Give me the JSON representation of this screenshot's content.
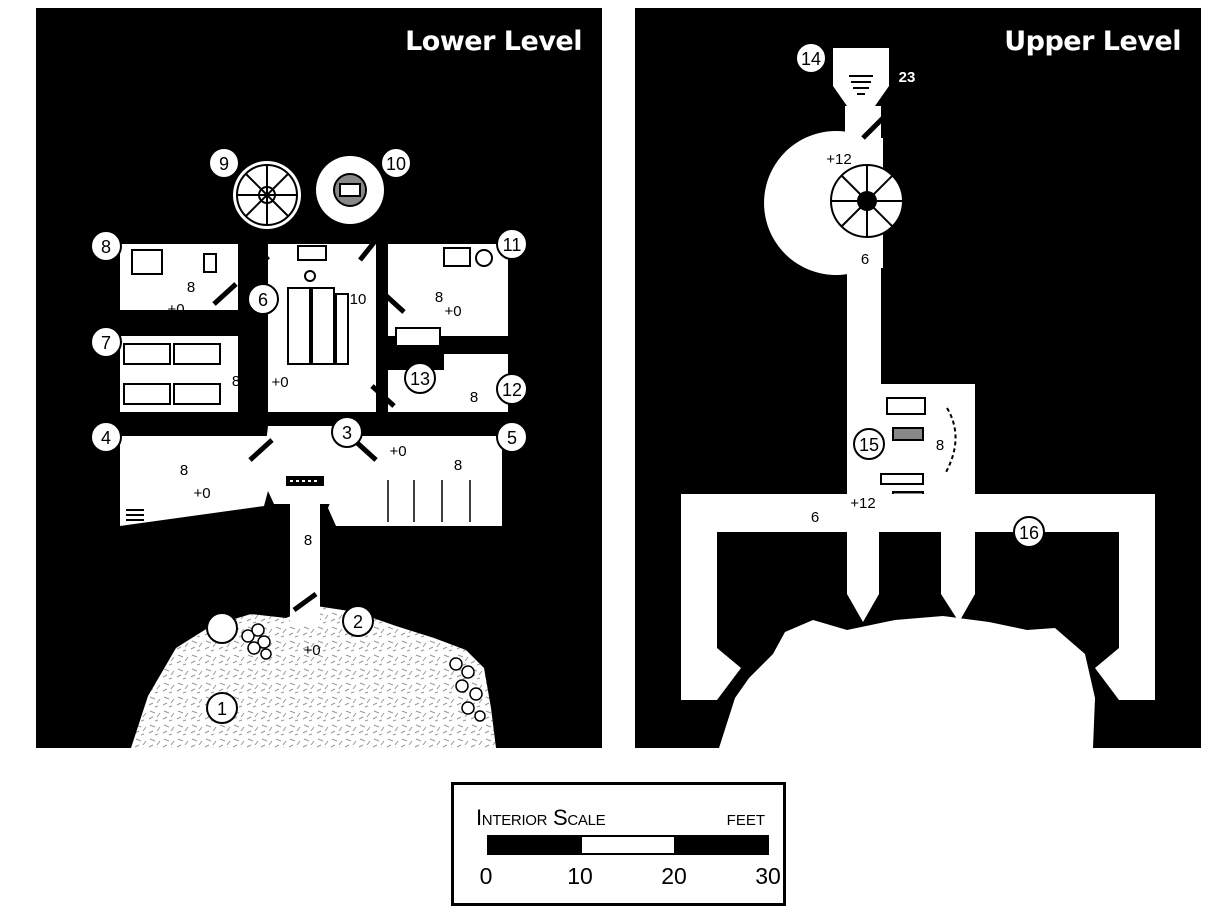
{
  "panels": {
    "lower": {
      "title": "Lower Level"
    },
    "upper": {
      "title": "Upper Level"
    }
  },
  "colors": {
    "background": "#000000",
    "floor": "#ffffff",
    "hatch": "#888888"
  },
  "lower_labels": {
    "key_1": "1",
    "key_2": "2",
    "key_3": "3",
    "key_4": "4",
    "key_5": "5",
    "key_6": "6",
    "key_7": "7",
    "key_8": "8",
    "key_9": "9",
    "key_10": "10",
    "key_11": "11",
    "key_12": "12",
    "key_13": "13",
    "elev_a": "8",
    "elev_b": "+0",
    "elev_c": "10",
    "elev_d": "8",
    "elev_e": "+0",
    "elev_f": "8",
    "elev_g": "+0",
    "elev_h": "8",
    "elev_i": "8",
    "elev_j": "+0",
    "elev_k": "+0",
    "elev_l": "8",
    "elev_m": "8",
    "elev_n": "+0"
  },
  "upper_labels": {
    "key_14": "14",
    "key_15": "15",
    "key_16": "16",
    "elev_a": "23",
    "elev_b": "+12",
    "elev_c": "6",
    "elev_d": "8",
    "elev_e": "+12",
    "elev_f": "6"
  },
  "scale": {
    "title": "Interior Scale",
    "unit": "feet",
    "ticks": [
      "0",
      "10",
      "20",
      "30"
    ],
    "segments": [
      "black",
      "white",
      "black"
    ]
  }
}
